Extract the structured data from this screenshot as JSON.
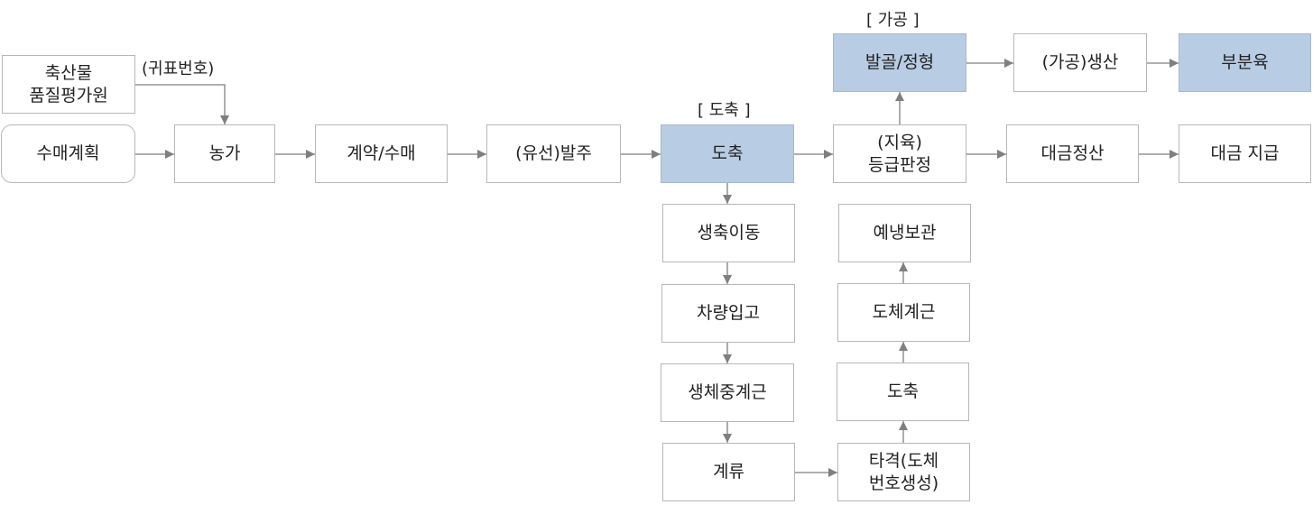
{
  "nodes": {
    "quality_institute": "축산물\n품질평가원",
    "purchase_plan": "수매계획",
    "farm": "농가",
    "contract": "계약/수매",
    "order": "(유선)발주",
    "slaughter": "도축",
    "grading": "(지육)\n등급판정",
    "settlement": "대금정산",
    "payment": "대금 지급",
    "deboning": "발골/정형",
    "processing_production": "(가공)생산",
    "cut_meat": "부분육",
    "livestock_transfer": "생축이동",
    "vehicle_arrival": "차량입고",
    "live_weighing": "생체중계근",
    "lairage": "계류",
    "stunning": "타격(도체\n번호생성)",
    "slaughter_step": "도축",
    "carcass_weighing": "도체계근",
    "precooling": "예냉보관"
  },
  "labels": {
    "ear_tag": "(귀표번호)",
    "slaughter_section": "[ 도축 ]",
    "processing_section": "[ 가공 ]"
  },
  "colors": {
    "highlight": "#b8cce4",
    "border": "#b7b7b7",
    "arrow": "#7f7f7f"
  }
}
